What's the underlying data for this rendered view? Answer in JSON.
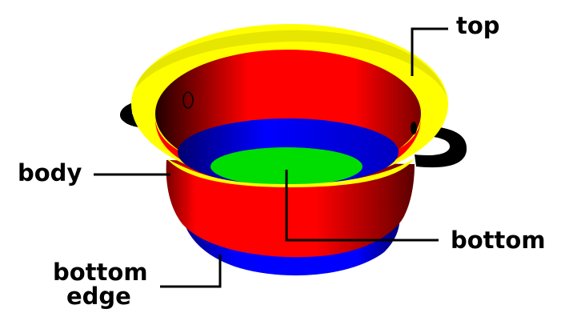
{
  "labels": {
    "top": "top",
    "body": "body",
    "bottom": "bottom",
    "bottom_edge_line1": "bottom",
    "bottom_edge_line2": "edge"
  },
  "colors": {
    "rim": "#ffff00",
    "body": "#ff0000",
    "inner_blue": "#0000ff",
    "bottom": "#00dd00",
    "handle": "#000000",
    "leader": "#000000"
  }
}
